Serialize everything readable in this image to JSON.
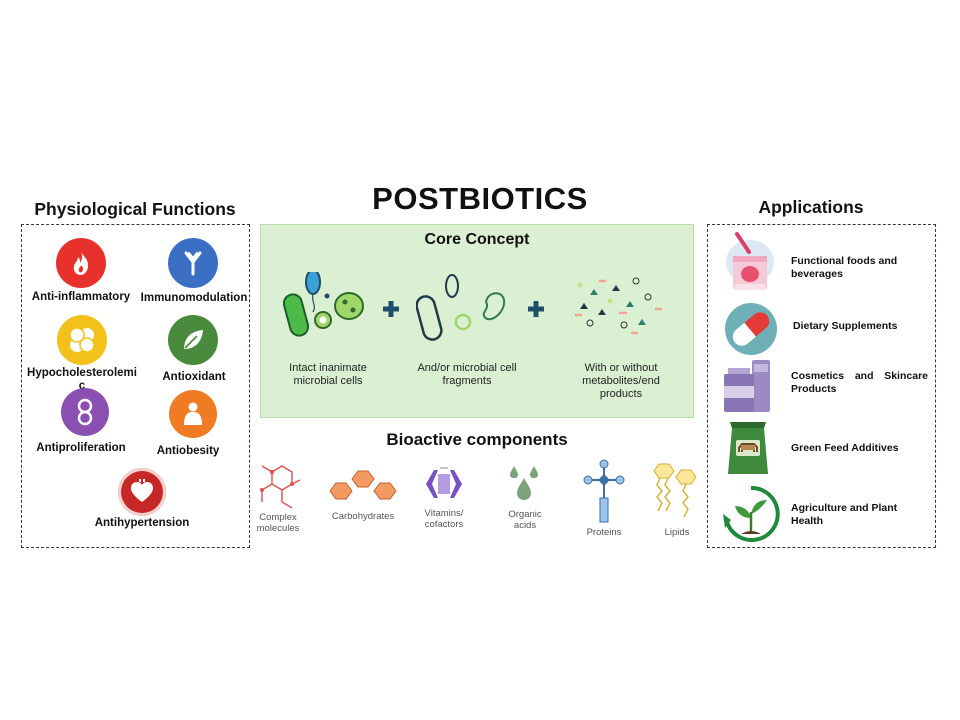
{
  "title": "POSTBIOTICS",
  "left": {
    "heading": "Physiological Functions",
    "items": [
      {
        "label": "Anti-inflammatory",
        "color": "#e8302c",
        "icon": "flame-icon"
      },
      {
        "label": "Immunomodulation",
        "color": "#3a6fc4",
        "icon": "antibody-icon"
      },
      {
        "label": "Hypocholesterolemic",
        "color": "#f2c21a",
        "icon": "lipid-cells-icon"
      },
      {
        "label": "Antioxidant",
        "color": "#4a8a3c",
        "icon": "leaf-icon"
      },
      {
        "label": "Antiproliferation",
        "color": "#8a4fb0",
        "icon": "dividing-cell-icon"
      },
      {
        "label": "Antiobesity",
        "color": "#ef7b22",
        "icon": "person-icon"
      },
      {
        "label": "Antihypertension",
        "color": "#c62828",
        "icon": "heart-icon"
      }
    ]
  },
  "center": {
    "core_heading": "Core Concept",
    "core_items": [
      {
        "label_line1": "Intact inanimate",
        "label_line2": "microbial cells"
      },
      {
        "label_line1": "And/or microbial cell",
        "label_line2": "fragments"
      },
      {
        "label_line1": "With or without",
        "label_line2": "metabolites/end",
        "label_line3": "products"
      }
    ],
    "bioactive_heading": "Bioactive components",
    "components": [
      {
        "line1": "Complex",
        "line2": "molecules"
      },
      {
        "line1": "Carbohydrates"
      },
      {
        "line1": "Vitamins/",
        "line2": "cofactors"
      },
      {
        "line1": "Organic",
        "line2": "acids"
      },
      {
        "line1": "Proteins"
      },
      {
        "line1": "Lipids"
      }
    ]
  },
  "right": {
    "heading": "Applications",
    "items": [
      {
        "line1": "Functional foods and",
        "line2": "beverages",
        "icon": "yogurt-icon"
      },
      {
        "line1": "Dietary Supplements",
        "icon": "capsule-icon"
      },
      {
        "line1": "Cosmetics and Skincare",
        "line2": "Products",
        "icon": "cosmetics-icon"
      },
      {
        "line1": "Green Feed Additives",
        "icon": "feed-bag-icon"
      },
      {
        "line1": "Agriculture and Plant",
        "line2": "Health",
        "icon": "plant-cycle-icon"
      }
    ]
  }
}
